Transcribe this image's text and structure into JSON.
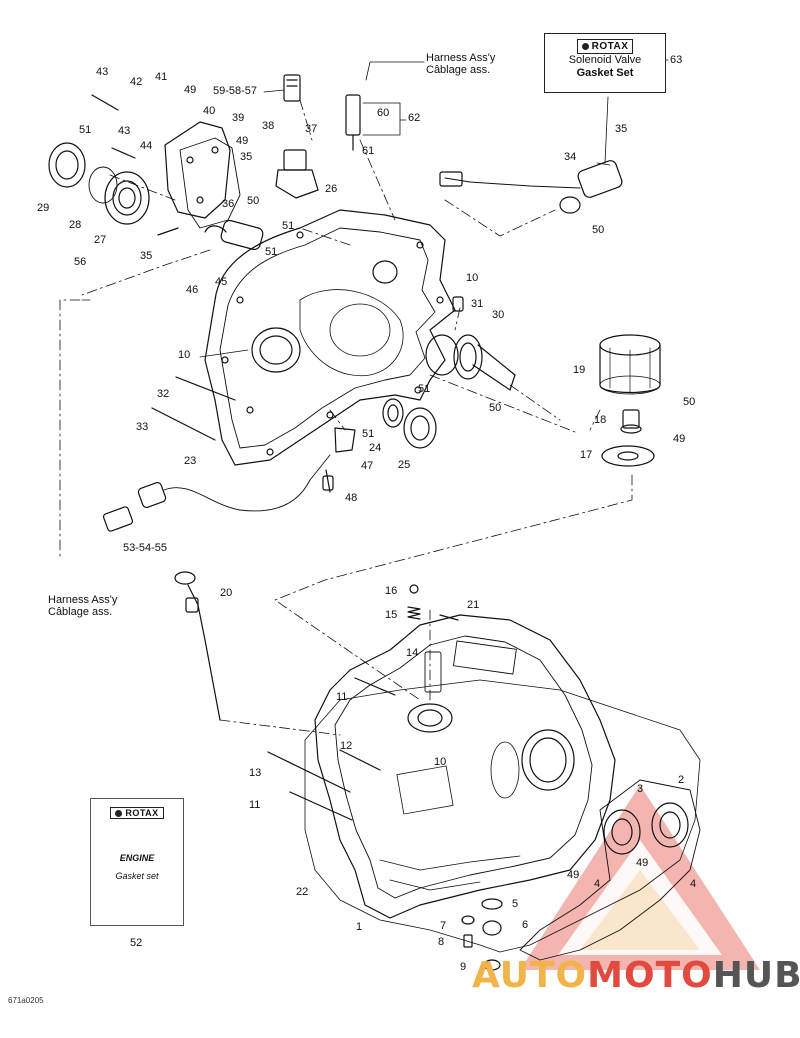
{
  "diagram": {
    "harness_top": {
      "line1": "Harness Ass'y",
      "line2": "Câblage ass."
    },
    "harness_left": {
      "line1": "Harness Ass'y",
      "line2": "Câblage ass."
    },
    "solenoid_box": {
      "brand": "ROTAX",
      "line1": "Solenoid Valve",
      "line2": "Gasket Set",
      "ref": "63"
    },
    "engine_box": {
      "brand": "ROTAX",
      "line1": "ENGINE",
      "line2": "Gasket set",
      "ref": "52"
    },
    "drawing_code": "671a0205",
    "callouts": [
      {
        "id": "c43a",
        "text": "43"
      },
      {
        "id": "c42",
        "text": "42"
      },
      {
        "id": "c41",
        "text": "41"
      },
      {
        "id": "c49a",
        "text": "49"
      },
      {
        "id": "c40",
        "text": "40"
      },
      {
        "id": "c39",
        "text": "39"
      },
      {
        "id": "c38",
        "text": "38"
      },
      {
        "id": "c37",
        "text": "37"
      },
      {
        "id": "c5958",
        "text": "59-58-57"
      },
      {
        "id": "c60",
        "text": "60"
      },
      {
        "id": "c62",
        "text": "62"
      },
      {
        "id": "c61",
        "text": "61"
      },
      {
        "id": "c51a",
        "text": "51"
      },
      {
        "id": "c43b",
        "text": "43"
      },
      {
        "id": "c44",
        "text": "44"
      },
      {
        "id": "c49b",
        "text": "49"
      },
      {
        "id": "c35a",
        "text": "35"
      },
      {
        "id": "c29",
        "text": "29"
      },
      {
        "id": "c28",
        "text": "28"
      },
      {
        "id": "c27",
        "text": "27"
      },
      {
        "id": "c36",
        "text": "36"
      },
      {
        "id": "c50a",
        "text": "50"
      },
      {
        "id": "c26",
        "text": "26"
      },
      {
        "id": "c51b",
        "text": "51"
      },
      {
        "id": "c35b",
        "text": "35"
      },
      {
        "id": "c51c",
        "text": "51"
      },
      {
        "id": "c46",
        "text": "46"
      },
      {
        "id": "c45",
        "text": "45"
      },
      {
        "id": "c56",
        "text": "56"
      },
      {
        "id": "c35c",
        "text": "35"
      },
      {
        "id": "c34",
        "text": "34"
      },
      {
        "id": "c50b",
        "text": "50"
      },
      {
        "id": "c10a",
        "text": "10"
      },
      {
        "id": "c31",
        "text": "31"
      },
      {
        "id": "c30",
        "text": "30"
      },
      {
        "id": "c10b",
        "text": "10"
      },
      {
        "id": "c19",
        "text": "19"
      },
      {
        "id": "c50c",
        "text": "50"
      },
      {
        "id": "c32",
        "text": "32"
      },
      {
        "id": "c51d",
        "text": "51"
      },
      {
        "id": "c50d",
        "text": "50"
      },
      {
        "id": "c18",
        "text": "18"
      },
      {
        "id": "c49c",
        "text": "49"
      },
      {
        "id": "c33",
        "text": "33"
      },
      {
        "id": "c51e",
        "text": "51"
      },
      {
        "id": "c24",
        "text": "24"
      },
      {
        "id": "c25",
        "text": "25"
      },
      {
        "id": "c17",
        "text": "17"
      },
      {
        "id": "c23",
        "text": "23"
      },
      {
        "id": "c47",
        "text": "47"
      },
      {
        "id": "c48",
        "text": "48"
      },
      {
        "id": "c535455",
        "text": "53-54-55"
      },
      {
        "id": "c20",
        "text": "20"
      },
      {
        "id": "c16",
        "text": "16"
      },
      {
        "id": "c15",
        "text": "15"
      },
      {
        "id": "c21",
        "text": "21"
      },
      {
        "id": "c14",
        "text": "14"
      },
      {
        "id": "c11a",
        "text": "11"
      },
      {
        "id": "c12",
        "text": "12"
      },
      {
        "id": "c10c",
        "text": "10"
      },
      {
        "id": "c13",
        "text": "13"
      },
      {
        "id": "c11b",
        "text": "11"
      },
      {
        "id": "c3",
        "text": "3"
      },
      {
        "id": "c2",
        "text": "2"
      },
      {
        "id": "c49d",
        "text": "49"
      },
      {
        "id": "c4a",
        "text": "4"
      },
      {
        "id": "c49e",
        "text": "49"
      },
      {
        "id": "c4b",
        "text": "4"
      },
      {
        "id": "c22",
        "text": "22"
      },
      {
        "id": "c1",
        "text": "1"
      },
      {
        "id": "c5",
        "text": "5"
      },
      {
        "id": "c7",
        "text": "7"
      },
      {
        "id": "c6",
        "text": "6"
      },
      {
        "id": "c8",
        "text": "8"
      },
      {
        "id": "c9",
        "text": "9"
      }
    ]
  },
  "watermark": {
    "part1": "AUTO",
    "part2": "MOTO",
    "part3": "HUB"
  },
  "colors": {
    "ink": "#111111",
    "watermark_orange": "#f2b34a",
    "watermark_red": "#e34a3f",
    "watermark_gray": "#555555"
  }
}
